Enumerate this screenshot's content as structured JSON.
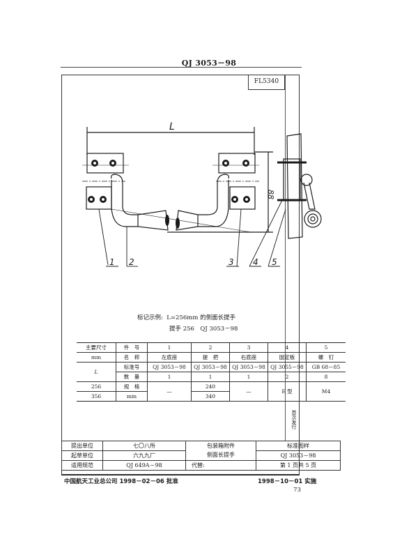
{
  "header": {
    "doc_code": "QJ 3053－98",
    "drawing_code": "FL5340"
  },
  "drawing": {
    "dimension_L": "L",
    "dimension_height": "88",
    "callouts": [
      "1",
      "2",
      "3",
      "4",
      "5"
    ]
  },
  "marking_example": {
    "label": "标记示例:",
    "line1": "L=256mm 的侧面长提手",
    "line2": "提手 256　QJ 3053－98"
  },
  "parts_table": {
    "header_left": [
      "主要尺寸",
      "mm",
      "L"
    ],
    "row_labels": [
      "件　号",
      "名　称",
      "标准号",
      "数　量",
      "规　格",
      "mm"
    ],
    "sizes": [
      "256",
      "356"
    ],
    "columns": [
      {
        "no": "1",
        "name": "左底座",
        "standard": "QJ 3053－98",
        "qty": "1",
        "spec": [
          "—"
        ]
      },
      {
        "no": "2",
        "name": "提　把",
        "standard": "QJ 3053－98",
        "qty": "1",
        "spec": [
          "240",
          "340"
        ]
      },
      {
        "no": "3",
        "name": "右底座",
        "standard": "QJ 3053－98",
        "qty": "1",
        "spec": [
          "—"
        ]
      },
      {
        "no": "4",
        "name": "固定板",
        "standard": "QJ 3055－98",
        "qty": "2",
        "spec": [
          "E 型"
        ]
      },
      {
        "no": "5",
        "name": "螺　钉",
        "standard": "GB 68－85",
        "qty": "8",
        "spec": [
          "M4"
        ]
      }
    ]
  },
  "side_note": "首次发行",
  "title_block": {
    "rows": [
      {
        "label": "提出单位",
        "value": "七〇八所"
      },
      {
        "label": "起草单位",
        "value": "六九九厂"
      },
      {
        "label": "适用规范",
        "value": "QJ 649A－98"
      }
    ],
    "title_line1": "包装箱附件",
    "title_line2": "侧面长提手",
    "replace_label": "代替:",
    "right": [
      "标准图样",
      "QJ 3053－98",
      "第 1 页共 5 页"
    ]
  },
  "footer": {
    "approval": "中国航天工业总公司 1998－02－06 批准",
    "effective": "1998－10－01 实施",
    "page_number": "73"
  }
}
